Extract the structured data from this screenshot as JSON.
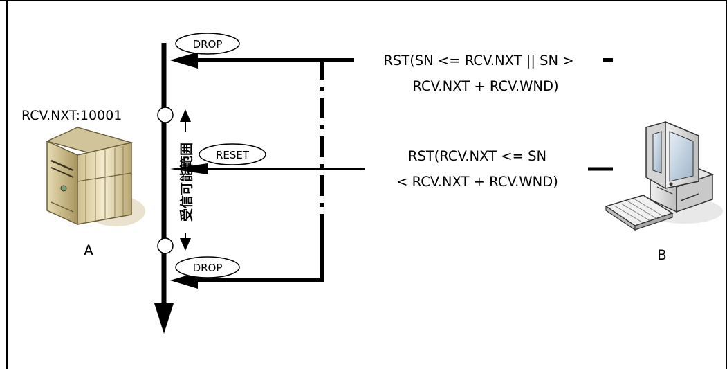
{
  "diagram": {
    "host_a": {
      "label": "A",
      "rcv_nxt_label": "RCV.NXT:10001"
    },
    "host_b": {
      "label": "B"
    },
    "range_label": "受信可能範囲",
    "tags": {
      "drop_top": "DROP",
      "reset": "RESET",
      "drop_bottom": "DROP"
    },
    "rst_top": {
      "line1": "RST(SN <= RCV.NXT || SN >",
      "line2": "RCV.NXT + RCV.WND)"
    },
    "rst_middle": {
      "line1": "RST(RCV.NXT <= SN",
      "line2": "< RCV.NXT + RCV.WND)"
    }
  }
}
